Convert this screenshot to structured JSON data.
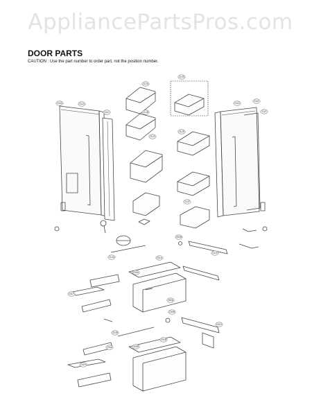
{
  "watermark": "AppliancePartsPros.com",
  "heading": "DOOR PARTS",
  "caution": "CAUTION : Use the part number to order part, not the position number.",
  "diagram": {
    "parts": [
      {
        "label": "212A",
        "role": "basket-left-door"
      },
      {
        "label": "212B",
        "role": "basket-left-door"
      },
      {
        "label": "212C",
        "role": "basket-left-door"
      },
      {
        "label": "212D",
        "role": "basket-right-door"
      },
      {
        "label": "212E",
        "role": "basket-right-door"
      },
      {
        "label": "212F",
        "role": "basket-right-door"
      },
      {
        "label": "211B",
        "role": "door-left"
      },
      {
        "label": "211A",
        "role": "door-left"
      },
      {
        "label": "211C",
        "role": "door-left"
      },
      {
        "label": "211D",
        "role": "door-right"
      },
      {
        "label": "211E",
        "role": "door-right"
      },
      {
        "label": "211F",
        "role": "door-right"
      },
      {
        "label": "201A",
        "role": "drawer-upper"
      },
      {
        "label": "205A",
        "role": "drawer-upper"
      },
      {
        "label": "201B",
        "role": "drawer-lower"
      },
      {
        "label": "205B",
        "role": "drawer-lower"
      },
      {
        "label": "210A",
        "role": "rail"
      },
      {
        "label": "210B",
        "role": "rail"
      },
      {
        "label": "241E",
        "role": "rail"
      },
      {
        "label": "241F",
        "role": "rail"
      },
      {
        "label": "241G",
        "role": "rail"
      },
      {
        "label": "241H",
        "role": "rail"
      },
      {
        "label": "230A",
        "role": "misc"
      },
      {
        "label": "230B",
        "role": "misc"
      },
      {
        "label": "280B",
        "role": "misc"
      },
      {
        "label": "280A",
        "role": "misc"
      }
    ]
  }
}
